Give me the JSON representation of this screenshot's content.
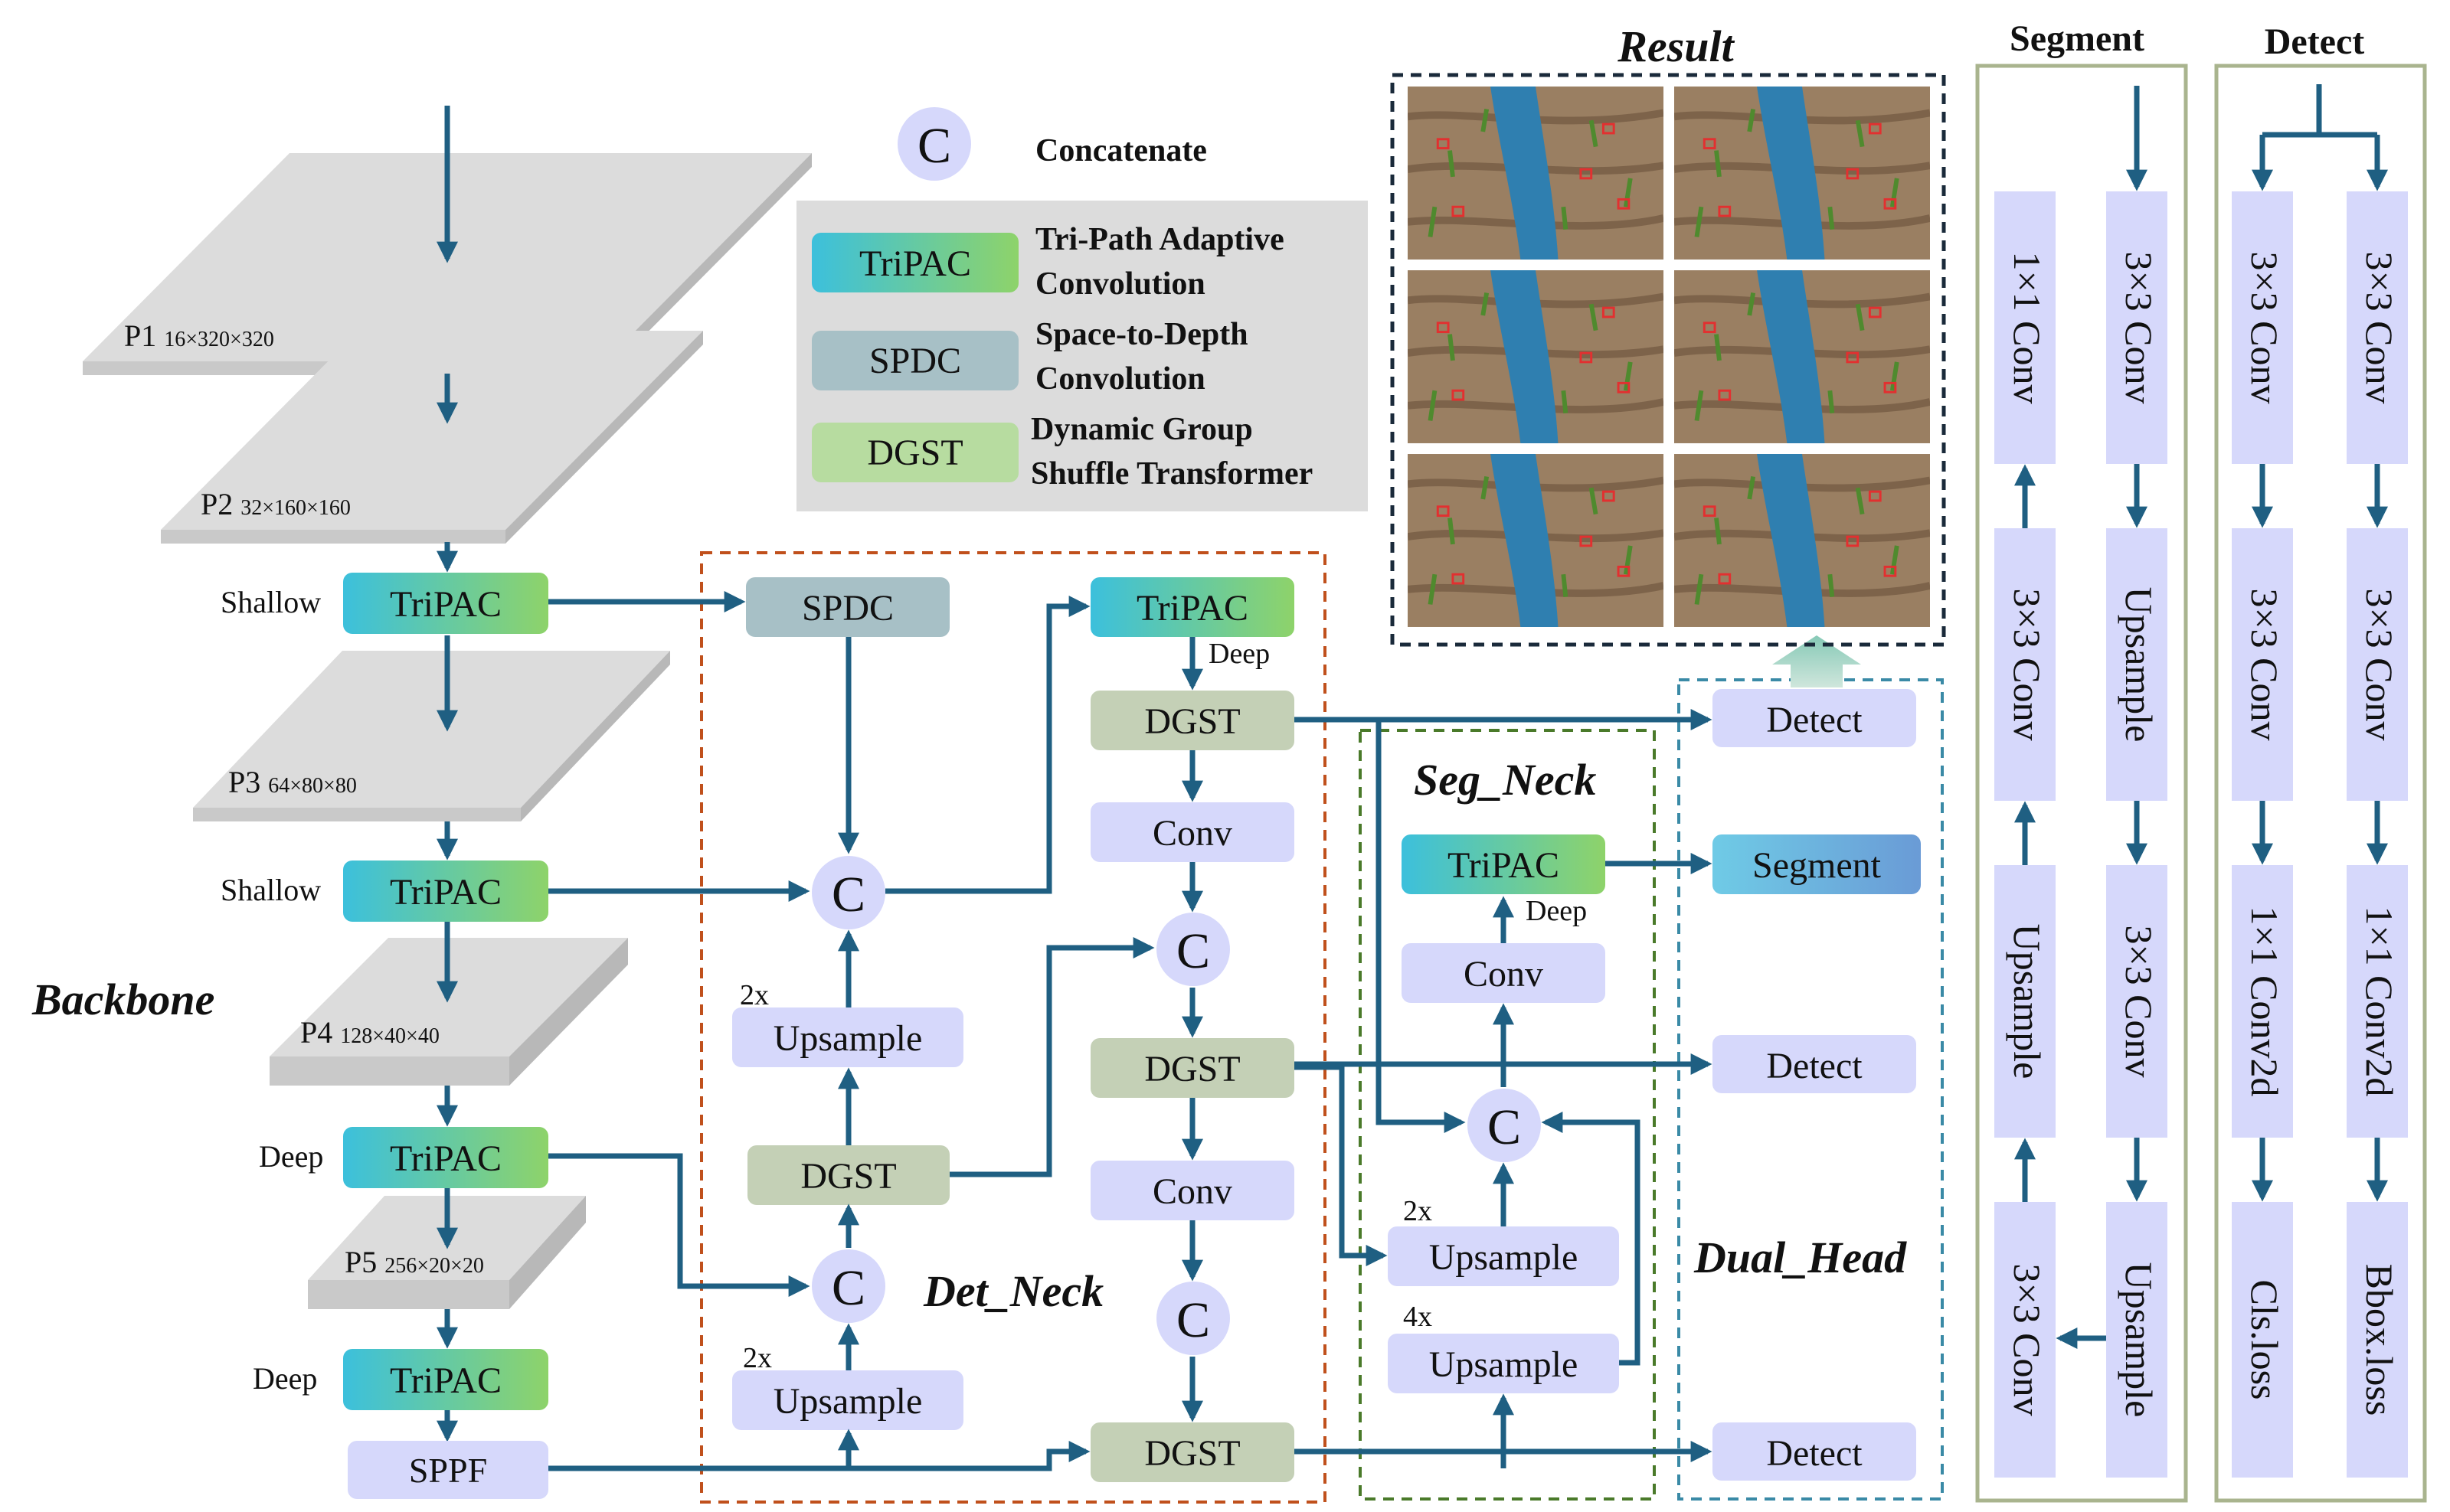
{
  "legend": {
    "concat_symbol": "C",
    "concat_label": "Concatenate",
    "items": [
      {
        "tag": "TriPAC",
        "line1": "Tri-Path Adaptive",
        "line2": "Convolution"
      },
      {
        "tag": "SPDC",
        "line1": "Space-to-Depth",
        "line2": "Convolution"
      },
      {
        "tag": "DGST",
        "line1": "Dynamic Group",
        "line2": "Shuffle Transformer"
      }
    ]
  },
  "backbone": {
    "title": "Backbone",
    "levels": [
      {
        "name": "P1",
        "dims": "16×320×320"
      },
      {
        "name": "P2",
        "dims": "32×160×160"
      },
      {
        "name": "P3",
        "dims": "64×80×80"
      },
      {
        "name": "P4",
        "dims": "128×40×40"
      },
      {
        "name": "P5",
        "dims": "256×20×20"
      }
    ],
    "blocks": [
      {
        "label": "TriPAC",
        "side": "Shallow"
      },
      {
        "label": "TriPAC",
        "side": "Shallow"
      },
      {
        "label": "TriPAC",
        "side": "Deep"
      },
      {
        "label": "TriPAC",
        "side": "Deep"
      }
    ],
    "sppf": "SPPF"
  },
  "det_neck": {
    "title": "Det_Neck",
    "spdc": "SPDC",
    "tripac": "TriPAC",
    "tripac_note": "Deep",
    "dgst": "DGST",
    "conv": "Conv",
    "upsample": "Upsample",
    "scale_2x": "2x",
    "concat": "C"
  },
  "seg_neck": {
    "title": "Seg_Neck",
    "tripac": "TriPAC",
    "tripac_note": "Deep",
    "conv": "Conv",
    "upsample": "Upsample",
    "scale_2x": "2x",
    "scale_4x": "4x",
    "concat": "C"
  },
  "dual_head": {
    "title": "Dual_Head",
    "detect": "Detect",
    "segment": "Segment"
  },
  "result": {
    "title": "Result"
  },
  "segment_panel": {
    "title": "Segment",
    "left_column": [
      "1×1 Conv",
      "3×3 Conv",
      "Upsample",
      "3×3 Conv"
    ],
    "right_column": [
      "3×3 Conv",
      "Upsample",
      "3×3 Conv",
      "Upsample"
    ]
  },
  "detect_panel": {
    "title": "Detect",
    "left_column": [
      "3×3 Conv",
      "3×3 Conv",
      "1×1 Conv2d",
      "Cls.loss"
    ],
    "right_column": [
      "3×3 Conv",
      "3×3 Conv",
      "1×1 Conv2d",
      "Bbox.loss"
    ]
  },
  "colors": {
    "arrow": "#1f5f82",
    "tripac_from": "#3cc0dc",
    "tripac_to": "#8ed36a",
    "spdc": "#a7c0c6",
    "dgst": "#c4d0b6",
    "light_block": "#d6d8fb",
    "segment_from": "#6fcbe6",
    "segment_to": "#6a9bd6",
    "det_neck_border": "#c0501c",
    "seg_neck_border": "#4a7a2a",
    "dual_head_border": "#3a8aa6",
    "panel_border": "#a9b48e"
  }
}
